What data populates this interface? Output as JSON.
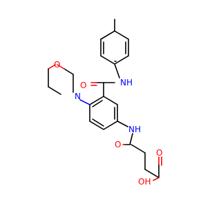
{
  "molecule": {
    "atoms": {
      "amide_nh": "NH",
      "amide_o": "O",
      "morpholine_n": "N",
      "morpholine_o": "O",
      "anilide_nh": "NH",
      "succinyl_o": "O",
      "acid_o": "O",
      "acid_oh": "OH"
    },
    "colors": {
      "bond": "#000000",
      "oxygen": "#ff0000",
      "nitrogen": "#0000ff",
      "background": "#ffffff"
    }
  }
}
